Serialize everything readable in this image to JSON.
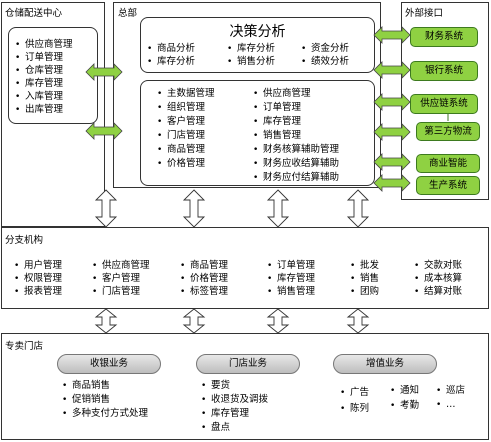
{
  "warehouse": {
    "title": "仓储配送中心",
    "items": [
      "供应商管理",
      "订单管理",
      "仓库管理",
      "库存管理",
      "入库管理",
      "出库管理"
    ]
  },
  "hq": {
    "title": "总部",
    "decision": {
      "title": "决策分析",
      "items": [
        "商品分析",
        "库存分析",
        "资金分析",
        "库存分析",
        "销售分析",
        "绩效分析"
      ]
    },
    "left_items": [
      "主数据管理",
      "组织管理",
      "客户管理",
      "门店管理",
      "商品管理",
      "价格管理"
    ],
    "right_items": [
      "供应商管理",
      "订单管理",
      "库存管理",
      "销售管理",
      "财务核算辅助管理",
      "财务应收结算辅助",
      "财务应付结算辅助"
    ]
  },
  "external": {
    "title": "外部接口",
    "systems": [
      "财务系统",
      "银行系统",
      "供应链系统",
      "第三方物流",
      "商业智能",
      "生产系统"
    ]
  },
  "branch": {
    "title": "分支机构",
    "columns": [
      [
        "用户管理",
        "权限管理",
        "报表管理"
      ],
      [
        "供应商管理",
        "客户管理",
        "门店管理"
      ],
      [
        "商品管理",
        "价格管理",
        "标签管理"
      ],
      [
        "订单管理",
        "库存管理",
        "销售管理"
      ],
      [
        "批发",
        "销售",
        "团购"
      ],
      [
        "交款对账",
        "成本核算",
        "结算对账"
      ]
    ]
  },
  "store": {
    "title": "专卖门店",
    "groups": [
      {
        "title": "收银业务",
        "items": [
          "商品销售",
          "促销销售",
          "多种支付方式处理"
        ]
      },
      {
        "title": "门店业务",
        "items": [
          "要货",
          "收退货及调拨",
          "库存管理",
          "盘点"
        ]
      },
      {
        "title": "增值业务",
        "items": [
          "广告",
          "陈列",
          "通知",
          "考勤",
          "巡店",
          "…"
        ]
      }
    ]
  },
  "colors": {
    "system_box": "#8fd142",
    "arrow_fill": "#ffffff",
    "green_arrow": "#8fd142"
  }
}
